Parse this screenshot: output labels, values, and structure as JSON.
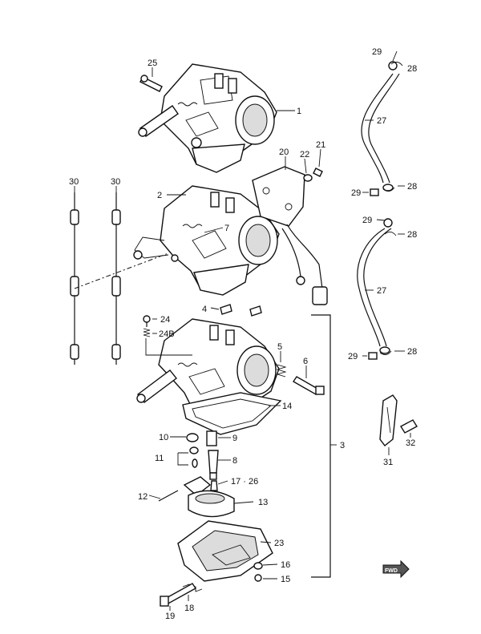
{
  "diagram": {
    "callouts": [
      "1",
      "2",
      "3",
      "4",
      "5",
      "6",
      "8",
      "9",
      "10",
      "11",
      "12",
      "13",
      "14",
      "15",
      "16",
      "17 · 26",
      "18",
      "19",
      "20",
      "21",
      "22",
      "23",
      "24",
      "24B",
      "25",
      "27",
      "28",
      "29",
      "30",
      "31",
      "32",
      "7"
    ],
    "fwd_label": "FWD"
  },
  "colors": {
    "ink": "#111111",
    "paper": "#ffffff",
    "shade": "#dcdcdc"
  }
}
